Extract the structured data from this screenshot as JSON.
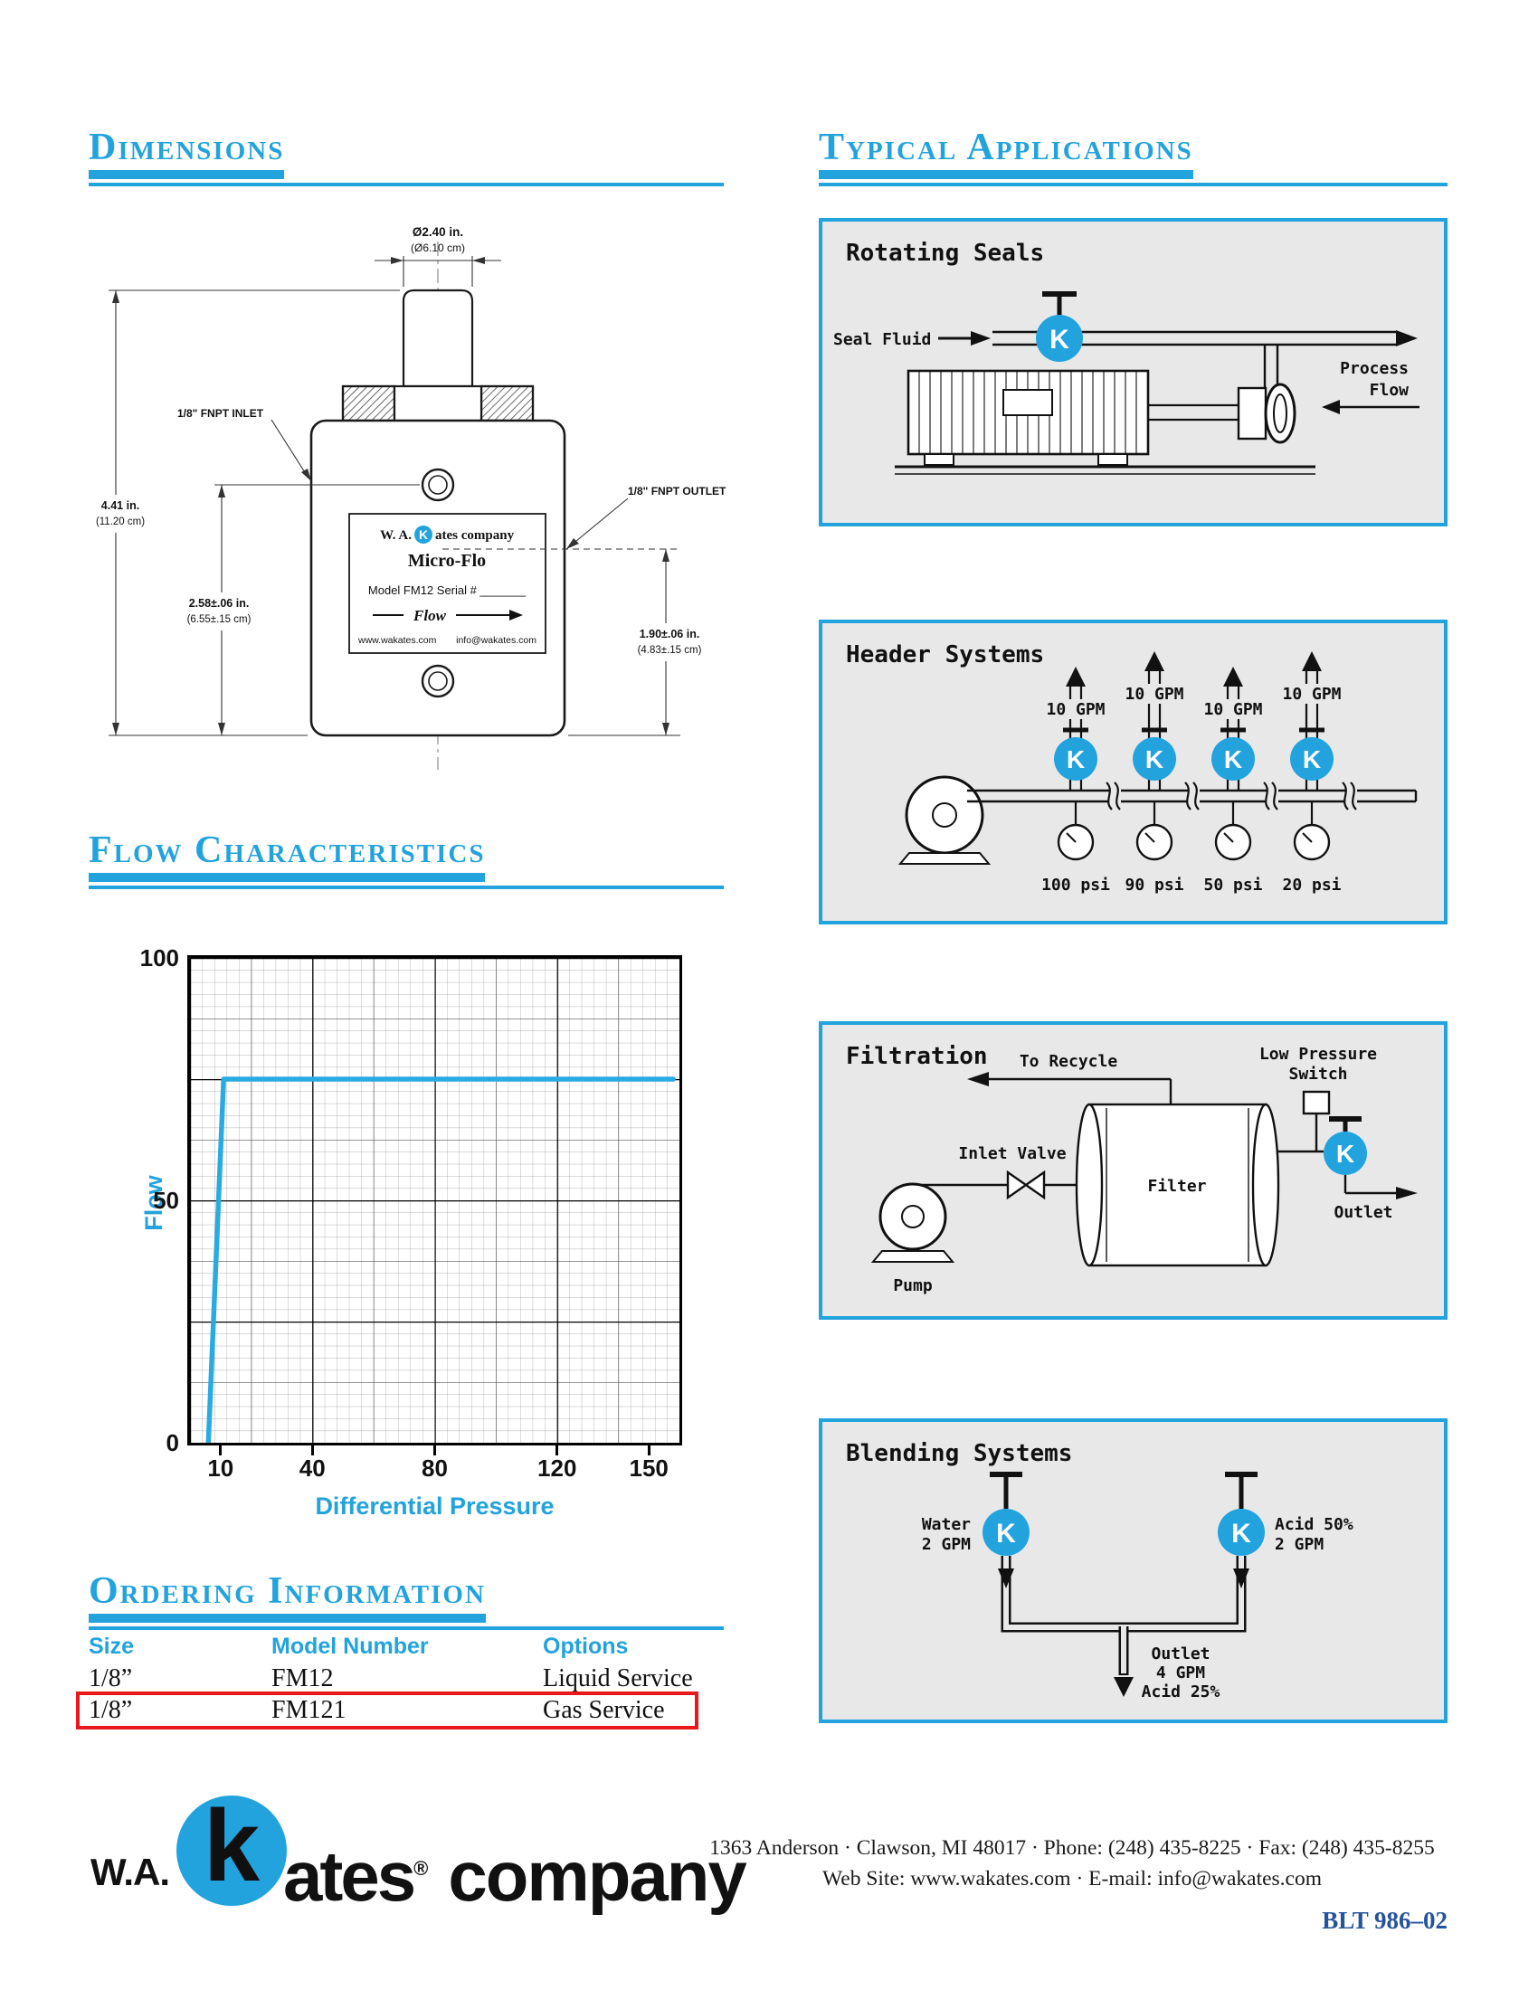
{
  "headings": {
    "dimensions": "Dimensions",
    "flow_characteristics": "Flow Characteristics",
    "ordering_information": "Ordering Information",
    "typical_applications": "Typical Applications"
  },
  "icons": {
    "k": "K",
    "k_logo": "k"
  },
  "dimensions_drawing": {
    "dia_in": "Ø2.40 in.",
    "dia_cm": "(Ø6.10 cm)",
    "inlet": "1/8\" FNPT INLET",
    "outlet": "1/8\" FNPT OUTLET",
    "height_in": "4.41 in.",
    "height_cm": "(11.20 cm)",
    "mid_in": "2.58±.06 in.",
    "mid_cm": "(6.55±.15 cm)",
    "right_in": "1.90±.06 in.",
    "right_cm": "(4.83±.15 cm)",
    "plate": {
      "brand_left": "W. A.",
      "brand_right": "ates company",
      "product": "Micro-Flo",
      "model_line": "Model FM12    Serial # _______",
      "flow_word": "Flow",
      "web": "www.wakates.com",
      "email": "info@wakates.com"
    }
  },
  "chart_data": {
    "type": "line",
    "title": "Flow Characteristics",
    "xlabel": "Differential Pressure",
    "ylabel": "Flow",
    "xlim": [
      0,
      160
    ],
    "ylim": [
      0,
      100
    ],
    "x_ticks": [
      10,
      40,
      80,
      120,
      150
    ],
    "y_ticks": [
      0,
      50,
      100
    ],
    "grid": "fine graph paper",
    "legend": "none",
    "series": [
      {
        "name": "flow-vs-differential-pressure",
        "color": "#29abe2",
        "points": [
          [
            6,
            0
          ],
          [
            11,
            75
          ],
          [
            158,
            75
          ]
        ]
      }
    ],
    "description": "Flow rises steeply to about 75% of full scale by ~10 differential pressure, then stays constant through 150."
  },
  "applications": {
    "rotating_seals": {
      "title": "Rotating Seals",
      "labels": {
        "seal_fluid": "Seal Fluid",
        "process": "Process",
        "flow": "Flow"
      }
    },
    "header_systems": {
      "title": "Header Systems",
      "branch_flows": [
        "10 GPM",
        "10 GPM",
        "10 GPM",
        "10 GPM"
      ],
      "pressures": [
        "100 psi",
        "90 psi",
        "50 psi",
        "20 psi"
      ]
    },
    "filtration": {
      "title": "Filtration",
      "labels": {
        "to_recycle": "To Recycle",
        "low_pressure_1": "Low Pressure",
        "low_pressure_2": "Switch",
        "inlet_valve": "Inlet Valve",
        "filter": "Filter",
        "pump": "Pump",
        "outlet": "Outlet"
      }
    },
    "blending_systems": {
      "title": "Blending Systems",
      "labels": {
        "water_1": "Water",
        "water_2": "2 GPM",
        "acid_1": "Acid 50%",
        "acid_2": "2 GPM",
        "outlet_1": "Outlet",
        "outlet_2": "4 GPM",
        "outlet_3": "Acid 25%"
      }
    }
  },
  "ordering": {
    "headers": [
      "Size",
      "Model Number",
      "Options"
    ],
    "rows": [
      {
        "size": "1/8”",
        "model": "FM12",
        "options": "Liquid Service",
        "highlighted": false
      },
      {
        "size": "1/8”",
        "model": "FM121",
        "options": "Gas Service",
        "highlighted": true
      }
    ]
  },
  "footer": {
    "logo": {
      "wa": "W.A.",
      "ates": "ates",
      "reg": "®",
      "company": "company"
    },
    "address_line1": "1363 Anderson · Clawson, MI 48017 · Phone: (248) 435-8225 · Fax:  (248) 435-8255",
    "address_line2": "Web Site: www.wakates.com · E-mail: info@wakates.com",
    "doc_code": "BLT 986–02"
  },
  "colors": {
    "accent": "#29abe2",
    "highlight_red": "#e8191c",
    "box_bg": "#e8e8e8"
  }
}
